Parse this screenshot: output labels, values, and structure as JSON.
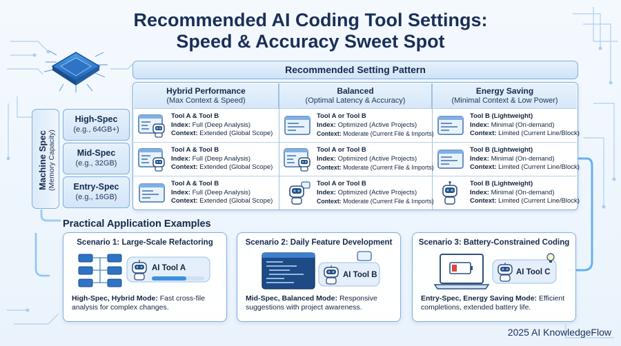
{
  "title": {
    "line1": "Recommended AI Coding Tool Settings:",
    "line2": "Speed & Accuracy Sweet Spot"
  },
  "pattern_header": "Recommended Setting Pattern",
  "columns": [
    {
      "name": "Hybrid Performance",
      "sub": "(Max Context & Speed)"
    },
    {
      "name": "Balanced",
      "sub": "(Optimal Latency & Accuracy)"
    },
    {
      "name": "Energy Saving",
      "sub": "(Minimal Context & Low Power)"
    }
  ],
  "machine_spec": {
    "label": "Machine Spec",
    "sub": "(Memory Capacity)"
  },
  "rows": [
    {
      "spec": "High-Spec",
      "mem": "(e.g., 64GB+)"
    },
    {
      "spec": "Mid-Spec",
      "mem": "(e.g., 32GB)"
    },
    {
      "spec": "Entry-Spec",
      "mem": "(e.g., 16GB)"
    }
  ],
  "labels": {
    "index": "Index:",
    "context": "Context:"
  },
  "cells": {
    "hybrid": {
      "tool": "Tool A & Tool B",
      "index": "Full (Deep Analysis)",
      "context": "Extended (Global Scope)"
    },
    "balanced": {
      "tool": "Tool A or Tool B",
      "index": "Optimized (Active Projects)",
      "context": "Moderate (Current File & Imports)"
    },
    "energy": {
      "tool": "Tool B (Lightweight)",
      "index": "Minimal (On-demand)",
      "context": "Limited (Current Line/Block)"
    }
  },
  "examples_title": "Practical Application Examples",
  "scenarios": [
    {
      "title": "Scenario 1: Large-Scale Refactoring",
      "tool": "AI Tool A",
      "mode": "High-Spec, Hybrid Mode:",
      "desc": " Fast cross-file analysis for complex changes."
    },
    {
      "title": "Scenario 2: Daily Feature Development",
      "tool": "AI Tool B",
      "mode": "Mid-Spec, Balanced Mode:",
      "desc": " Responsive suggestions with project awareness."
    },
    {
      "title": "Scenario 3: Battery-Constrained Coding",
      "tool": "AI Tool C",
      "mode": "Entry-Spec, Energy Saving Mode:",
      "desc": " Efficient completions, extended battery life."
    }
  ],
  "brand": "2025 AI KnowledgeFlow",
  "colors": {
    "accent": "#3d8fe0",
    "border": "#7fadd9",
    "dark": "#1a2f58",
    "battery_low": "#e0463c"
  }
}
